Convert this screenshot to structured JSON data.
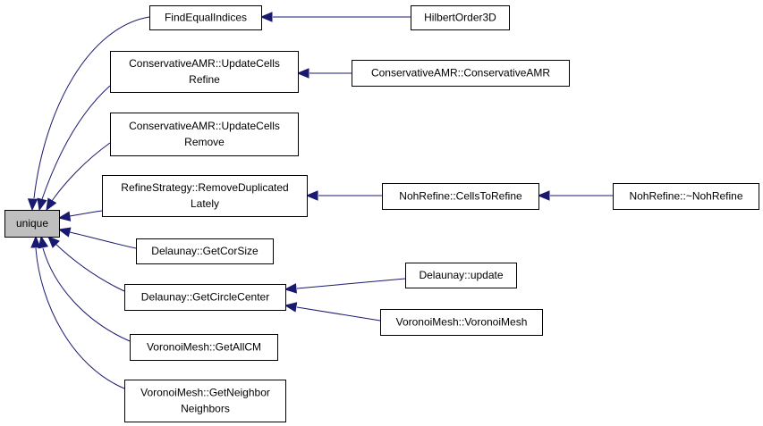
{
  "diagram": {
    "edge_color": "#191970",
    "highlight_fill": "#bfbfbf",
    "nodes": [
      {
        "id": "unique",
        "lines": [
          "unique"
        ],
        "highlight": true
      },
      {
        "id": "find-equal-indices",
        "lines": [
          "FindEqualIndices"
        ]
      },
      {
        "id": "hilbert-order-3d",
        "lines": [
          "HilbertOrder3D"
        ]
      },
      {
        "id": "camr-update-cells-refine",
        "lines": [
          "ConservativeAMR::UpdateCells",
          "Refine"
        ]
      },
      {
        "id": "camr-constructor",
        "lines": [
          "ConservativeAMR::ConservativeAMR"
        ]
      },
      {
        "id": "camr-update-cells-remove",
        "lines": [
          "ConservativeAMR::UpdateCells",
          "Remove"
        ]
      },
      {
        "id": "refine-strategy-remove-duplicated",
        "lines": [
          "RefineStrategy::RemoveDuplicated",
          "Lately"
        ]
      },
      {
        "id": "noh-refine-cells-to-refine",
        "lines": [
          "NohRefine::CellsToRefine"
        ]
      },
      {
        "id": "noh-refine-destructor",
        "lines": [
          "NohRefine::~NohRefine"
        ]
      },
      {
        "id": "delaunay-get-cor-size",
        "lines": [
          "Delaunay::GetCorSize"
        ]
      },
      {
        "id": "delaunay-get-circle-center",
        "lines": [
          "Delaunay::GetCircleCenter"
        ]
      },
      {
        "id": "delaunay-update",
        "lines": [
          "Delaunay::update"
        ]
      },
      {
        "id": "voronoi-mesh-constructor",
        "lines": [
          "VoronoiMesh::VoronoiMesh"
        ]
      },
      {
        "id": "voronoi-mesh-get-all-cm",
        "lines": [
          "VoronoiMesh::GetAllCM"
        ]
      },
      {
        "id": "voronoi-mesh-get-neighbor-neighbors",
        "lines": [
          "VoronoiMesh::GetNeighbor",
          "Neighbors"
        ]
      }
    ],
    "edges": [
      {
        "from": "find-equal-indices",
        "to": "unique"
      },
      {
        "from": "camr-update-cells-refine",
        "to": "unique"
      },
      {
        "from": "camr-update-cells-remove",
        "to": "unique"
      },
      {
        "from": "refine-strategy-remove-duplicated",
        "to": "unique"
      },
      {
        "from": "delaunay-get-cor-size",
        "to": "unique"
      },
      {
        "from": "delaunay-get-circle-center",
        "to": "unique"
      },
      {
        "from": "voronoi-mesh-get-all-cm",
        "to": "unique"
      },
      {
        "from": "voronoi-mesh-get-neighbor-neighbors",
        "to": "unique"
      },
      {
        "from": "hilbert-order-3d",
        "to": "find-equal-indices"
      },
      {
        "from": "camr-constructor",
        "to": "camr-update-cells-refine"
      },
      {
        "from": "noh-refine-cells-to-refine",
        "to": "refine-strategy-remove-duplicated"
      },
      {
        "from": "noh-refine-destructor",
        "to": "noh-refine-cells-to-refine"
      },
      {
        "from": "delaunay-update",
        "to": "delaunay-get-circle-center"
      },
      {
        "from": "voronoi-mesh-constructor",
        "to": "delaunay-get-circle-center"
      }
    ]
  }
}
